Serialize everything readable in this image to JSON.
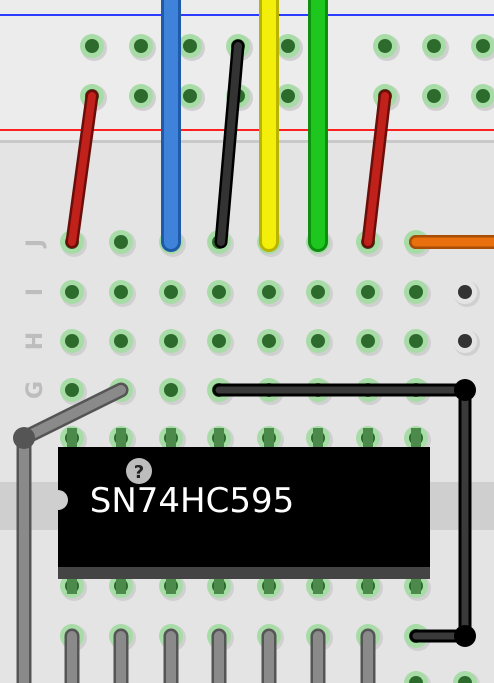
{
  "chip": {
    "label": "SN74HC595",
    "help_badge": "?"
  },
  "row_labels": [
    "J",
    "I",
    "H",
    "G"
  ],
  "colors": {
    "board": "#e8e8e8",
    "hole_ring": "#9fd89f",
    "hole_center": "#2d6b2d",
    "rail_blue": "#2b3cff",
    "rail_red": "#ff2020",
    "wire_red": "#c0211a",
    "wire_blue": "#3f82d9",
    "wire_black": "#222222",
    "wire_yellow": "#f4ef0a",
    "wire_green": "#1ec71e",
    "wire_orange": "#e8700f",
    "wire_gray": "#7d7d7d",
    "chip_body": "#000000",
    "chip_pin": "#4c8a4c"
  },
  "wires": [
    {
      "name": "red-wire-1",
      "color": "wire_red"
    },
    {
      "name": "blue-wire",
      "color": "wire_blue"
    },
    {
      "name": "black-wire-top",
      "color": "wire_black"
    },
    {
      "name": "yellow-wire",
      "color": "wire_yellow"
    },
    {
      "name": "green-wire",
      "color": "wire_green"
    },
    {
      "name": "red-wire-2",
      "color": "wire_red"
    },
    {
      "name": "orange-wire",
      "color": "wire_orange"
    },
    {
      "name": "black-wire-loop",
      "color": "wire_black"
    },
    {
      "name": "gray-wire-left",
      "color": "wire_gray"
    }
  ]
}
